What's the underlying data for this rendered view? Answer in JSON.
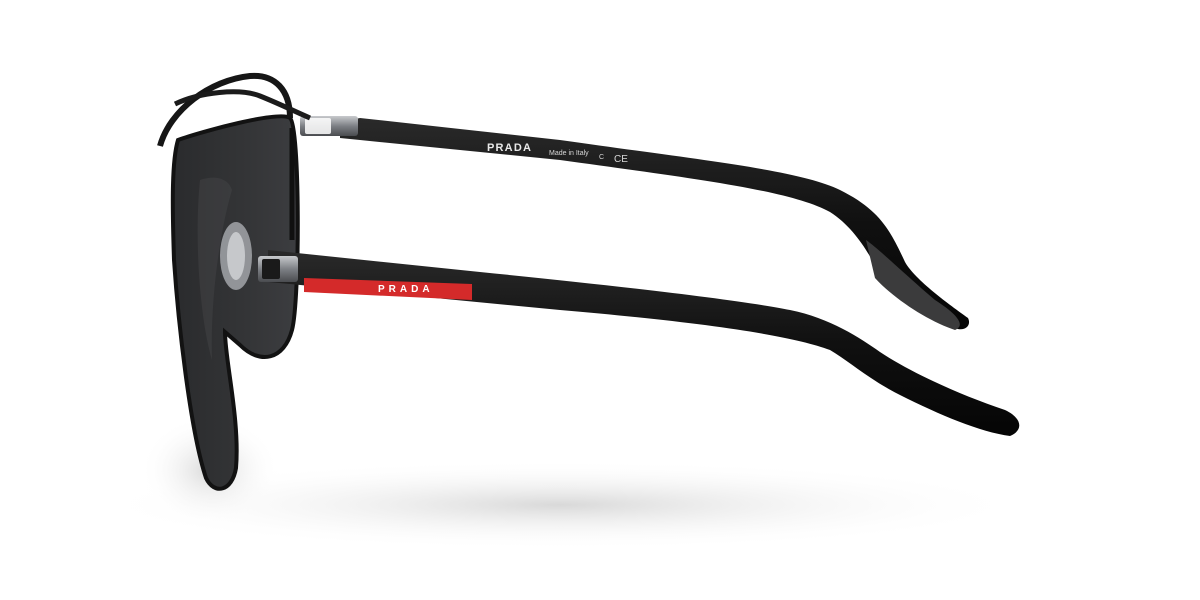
{
  "product": {
    "brand_logo": "PRADA",
    "upper_temple": {
      "brand": "PRADA",
      "origin": "Made in Italy",
      "marking_c": "C",
      "marking_ce": "CE"
    },
    "lower_temple": {
      "brand": "PRADA",
      "stripe_color": "#d42a2a"
    },
    "frame_color": "#151515",
    "lens_color": "#2e2f31",
    "metal_color": "#8a8d91"
  }
}
